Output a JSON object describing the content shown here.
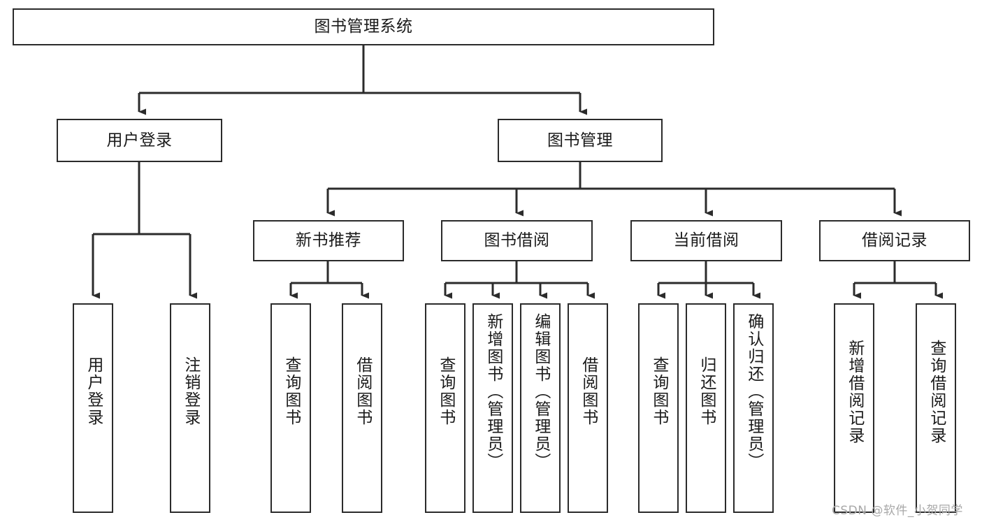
{
  "diagram": {
    "title": "图书管理系统",
    "type": "hierarchy-tree",
    "colors": {
      "stroke": "#2b2b2b",
      "fill": "#ffffff",
      "text": "#1a1a1a",
      "watermark": "#a8a8a8"
    },
    "root": {
      "id": "root",
      "label": "图书管理系统"
    },
    "level2": [
      {
        "id": "user-login",
        "label": "用户登录"
      },
      {
        "id": "book-management",
        "label": "图书管理"
      }
    ],
    "level3": [
      {
        "id": "new-book-recommend",
        "label": "新书推荐"
      },
      {
        "id": "book-borrow",
        "label": "图书借阅"
      },
      {
        "id": "current-borrow",
        "label": "当前借阅"
      },
      {
        "id": "borrow-record",
        "label": "借阅记录"
      }
    ],
    "leaves": {
      "user_login": [
        {
          "id": "leaf-user-login",
          "label": "用户登录"
        },
        {
          "id": "leaf-logout-login",
          "label": "注销登录"
        }
      ],
      "new_book_recommend": [
        {
          "id": "leaf-query-book-1",
          "label": "查询图书"
        },
        {
          "id": "leaf-borrow-book-1",
          "label": "借阅图书"
        }
      ],
      "book_borrow": [
        {
          "id": "leaf-query-book-2",
          "label": "查询图书"
        },
        {
          "id": "leaf-add-book",
          "label": "新增图书（管理员）"
        },
        {
          "id": "leaf-edit-book",
          "label": "编辑图书（管理员）"
        },
        {
          "id": "leaf-borrow-book-2",
          "label": "借阅图书"
        }
      ],
      "current_borrow": [
        {
          "id": "leaf-query-book-3",
          "label": "查询图书"
        },
        {
          "id": "leaf-return-book",
          "label": "归还图书"
        },
        {
          "id": "leaf-confirm-return",
          "label": "确认归还（管理员）"
        }
      ],
      "borrow_record": [
        {
          "id": "leaf-add-record",
          "label": "新增借阅记录"
        },
        {
          "id": "leaf-query-record",
          "label": "查询借阅记录"
        }
      ]
    },
    "watermark": "CSDN @软件_小贺同学"
  }
}
